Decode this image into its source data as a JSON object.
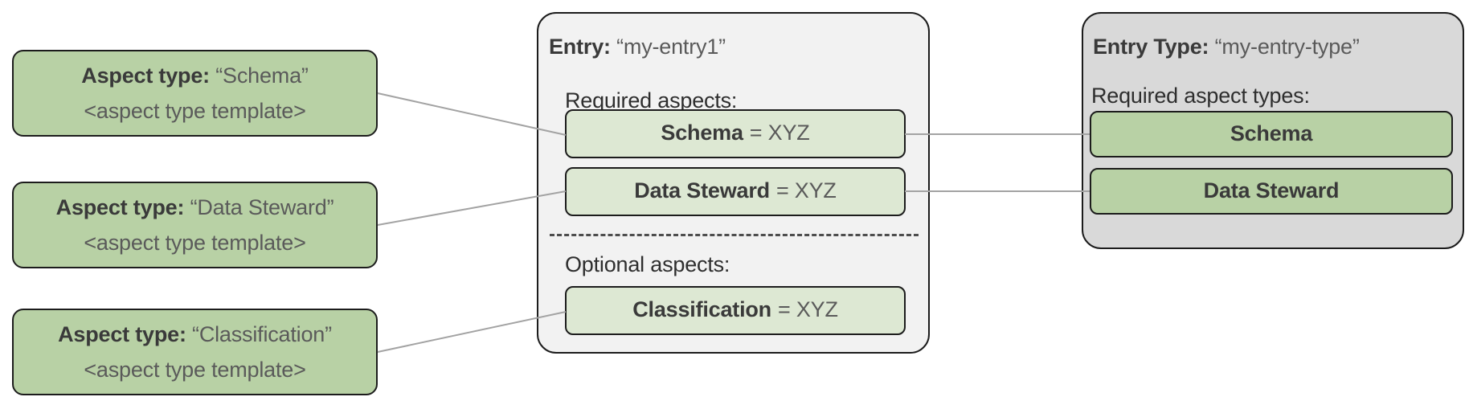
{
  "diagram": {
    "aspect_types": [
      {
        "label": "Aspect type:",
        "name": "“Schema”",
        "template": "<aspect type template>"
      },
      {
        "label": "Aspect type:",
        "name": "“Data Steward”",
        "template": "<aspect type template>"
      },
      {
        "label": "Aspect type:",
        "name": "“Classification”",
        "template": "<aspect type template>"
      }
    ],
    "entry": {
      "label": "Entry:",
      "name": "“my-entry1”",
      "required_heading": "Required aspects:",
      "required_aspects": [
        {
          "name": "Schema",
          "value": "= XYZ"
        },
        {
          "name": "Data Steward",
          "value": "= XYZ"
        }
      ],
      "optional_heading": "Optional aspects:",
      "optional_aspects": [
        {
          "name": "Classification",
          "value": "= XYZ"
        }
      ]
    },
    "entry_type": {
      "label": "Entry Type:",
      "name": "“my-entry-type”",
      "heading": "Required aspect types:",
      "aspect_types": [
        "Schema",
        "Data Steward"
      ]
    },
    "colors": {
      "green_strong": "#b8d1a5",
      "green_light": "#dde8d3",
      "container_light": "#f2f2f2",
      "container_gray": "#d9d9d9",
      "border_dark": "#1c1c1c",
      "connector_gray": "#a3a3a3",
      "text_regular": "#5a5a5a"
    }
  }
}
